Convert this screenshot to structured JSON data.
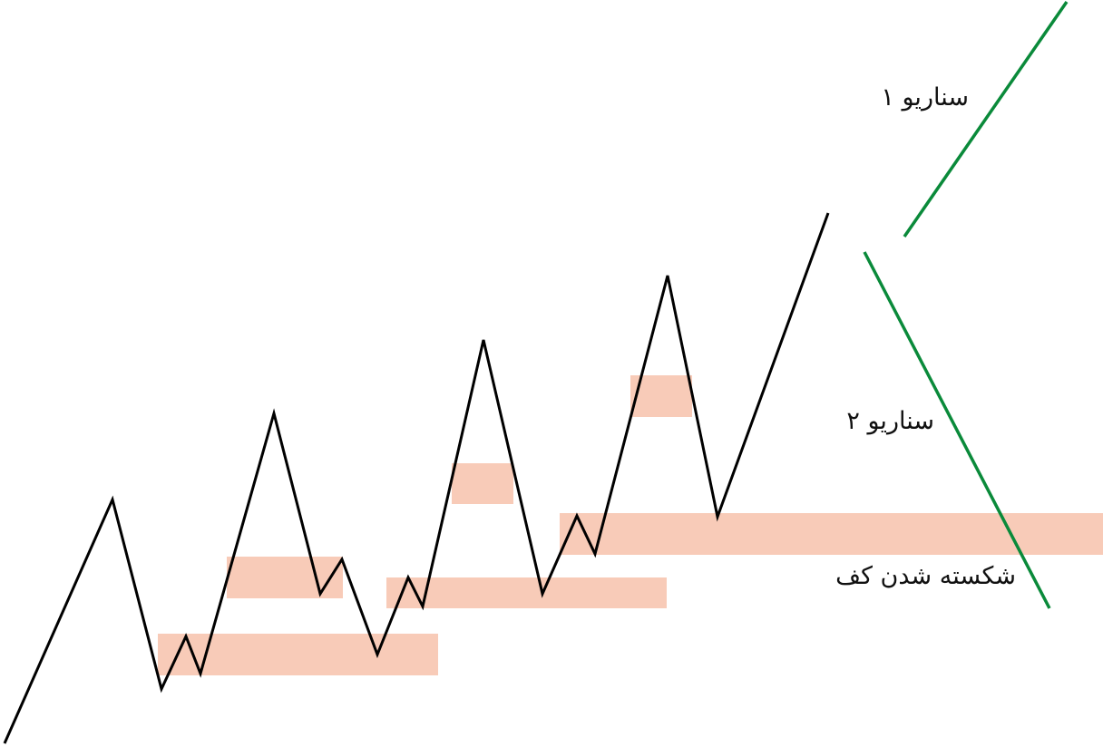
{
  "labels": {
    "scenario_1": "سناریو ۱",
    "scenario_2": "سناریو ۲",
    "floor_break": "شکسته شدن کف"
  },
  "colors": {
    "zone": "#f8cbb8",
    "price_line": "#000000",
    "scenario_line": "#0a8a3a",
    "background": "#ffffff"
  }
}
